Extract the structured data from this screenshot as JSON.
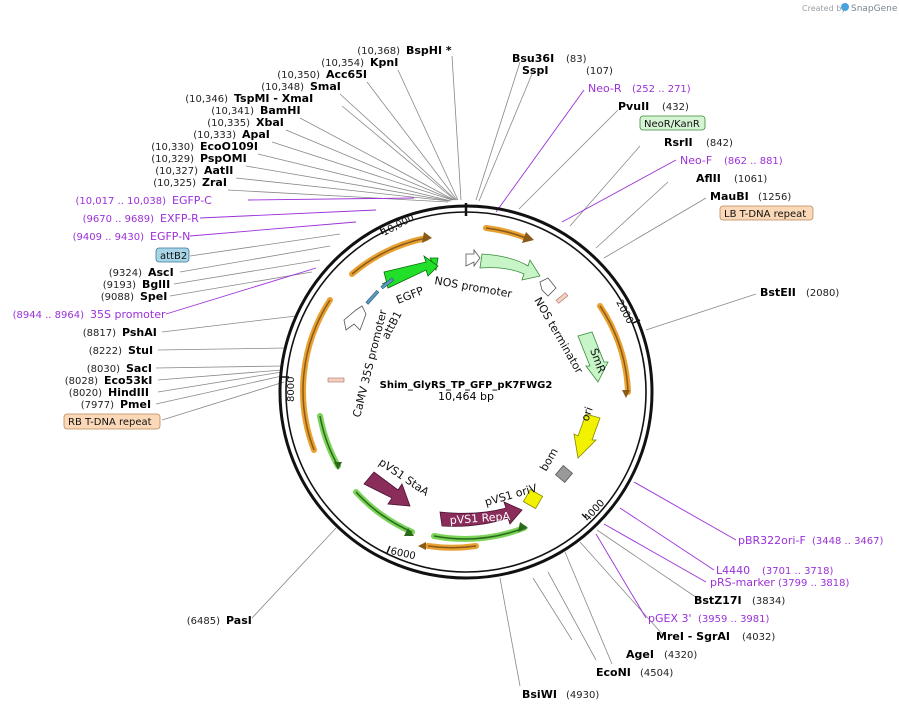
{
  "branding": {
    "created_by": "Created by",
    "product": "SnapGene"
  },
  "plasmid": {
    "name": "Shim_GlyRS_TP_GFP_pK7FWG2",
    "length_label": "10,464 bp"
  },
  "tick_labels": [
    "10,000",
    "2000",
    "4000",
    "6000",
    "8000"
  ],
  "sites_top": [
    {
      "name": "BspHI *",
      "pos": "(10,368)"
    },
    {
      "name": "KpnI",
      "pos": "(10,354)"
    },
    {
      "name": "Acc65I",
      "pos": "(10,350)"
    },
    {
      "name": "SmaI",
      "pos": "(10,348)"
    },
    {
      "name": "TspMI  - XmaI",
      "pos": "(10,346)"
    },
    {
      "name": "BamHI",
      "pos": "(10,341)"
    },
    {
      "name": "XbaI",
      "pos": "(10,335)"
    },
    {
      "name": "ApaI",
      "pos": "(10,333)"
    },
    {
      "name": "EcoO109I",
      "pos": "(10,330)"
    },
    {
      "name": "PspOMI",
      "pos": "(10,329)"
    },
    {
      "name": "AatII",
      "pos": "(10,327)"
    },
    {
      "name": "ZraI",
      "pos": "(10,325)"
    }
  ],
  "left_primers": [
    {
      "name": "EGFP-C",
      "pos": "(10,017 .. 10,038)"
    },
    {
      "name": "EXFP-R",
      "pos": "(9670 .. 9689)"
    },
    {
      "name": "EGFP-N",
      "pos": "(9409 .. 9430)"
    }
  ],
  "left_sites": [
    {
      "name": "AscI",
      "pos": "(9324)"
    },
    {
      "name": "BglII",
      "pos": "(9193)"
    },
    {
      "name": "SpeI",
      "pos": "(9088)"
    }
  ],
  "left_primer_35s": {
    "name": "35S promoter",
    "pos": "(8944 .. 8964)"
  },
  "left_sites2": [
    {
      "name": "PshAI",
      "pos": "(8817)"
    },
    {
      "name": "StuI",
      "pos": "(8222)"
    },
    {
      "name": "SacI",
      "pos": "(8030)"
    },
    {
      "name": "Eco53kI",
      "pos": "(8028)"
    },
    {
      "name": "HindIII",
      "pos": "(8020)"
    },
    {
      "name": "PmeI",
      "pos": "(7977)"
    }
  ],
  "badges": {
    "attB2": "attB2",
    "rb": "RB T-DNA repeat",
    "lb": "LB T-DNA repeat",
    "neor": "NeoR/KanR"
  },
  "right_top": [
    {
      "name": "Bsu36I",
      "pos": "(83)",
      "kind": "site"
    },
    {
      "name": "SspI",
      "pos": "(107)",
      "kind": "site"
    },
    {
      "name": "Neo-R",
      "pos": "(252 .. 271)",
      "kind": "primer"
    },
    {
      "name": "PvuII",
      "pos": "(432)",
      "kind": "site"
    },
    {
      "name": "RsrII",
      "pos": "(842)",
      "kind": "site"
    },
    {
      "name": "Neo-F",
      "pos": "(862 .. 881)",
      "kind": "primer"
    },
    {
      "name": "AflII",
      "pos": "(1061)",
      "kind": "site"
    },
    {
      "name": "MauBI",
      "pos": "(1256)",
      "kind": "site"
    },
    {
      "name": "BstEII",
      "pos": "(2080)",
      "kind": "site"
    }
  ],
  "right_bottom": [
    {
      "name": "pBR322ori-F",
      "pos": "(3448 .. 3467)",
      "kind": "primer"
    },
    {
      "name": "L4440",
      "pos": "(3701 .. 3718)",
      "kind": "primer"
    },
    {
      "name": "pRS-marker",
      "pos": "(3799 .. 3818)",
      "kind": "primer"
    },
    {
      "name": "BstZ17I",
      "pos": "(3834)",
      "kind": "site"
    },
    {
      "name": "pGEX 3'",
      "pos": "(3959 .. 3981)",
      "kind": "primer"
    },
    {
      "name": "MreI  - SgrAI",
      "pos": "(4032)",
      "kind": "site"
    },
    {
      "name": "AgeI",
      "pos": "(4320)",
      "kind": "site"
    },
    {
      "name": "EcoNI",
      "pos": "(4504)",
      "kind": "site"
    },
    {
      "name": "BsiWI",
      "pos": "(4930)",
      "kind": "site"
    },
    {
      "name": "PasI",
      "pos": "(6485)",
      "kind": "site"
    }
  ],
  "features": {
    "egfp": "EGFP",
    "nos_promoter": "NOS promoter",
    "nos_terminator": "NOS terminator",
    "smr": "SmR",
    "ori": "ori",
    "bom": "bom",
    "pvs1_oriv": "pVS1 oriV",
    "pvs1_repa": "pVS1 RepA",
    "pvs1_staa": "pVS1 StaA",
    "camv": "CaMV 35S promoter",
    "attb1": "attB1"
  },
  "colors": {
    "primer": "#9b30d9",
    "gfp": "#22e02a",
    "smr": "#c8f5c8",
    "ori": "#f2f200",
    "pvs1": "#8b2d5a",
    "orf_arrow": "#e8a030",
    "orf_inner": "#8a5a1a"
  }
}
